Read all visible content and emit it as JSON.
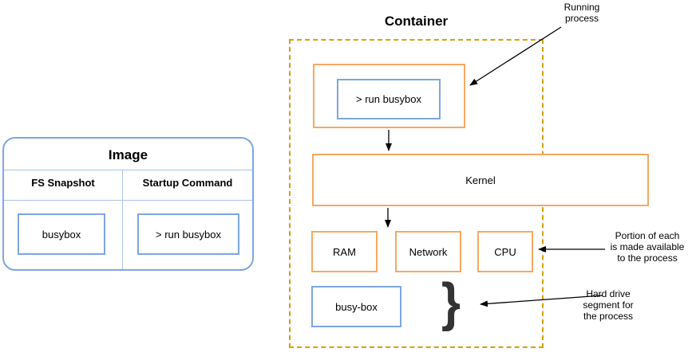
{
  "image_panel": {
    "title": "Image",
    "columns": [
      {
        "header": "FS Snapshot",
        "cell": "busybox"
      },
      {
        "header": "Startup Command",
        "cell": "> run busybox"
      }
    ]
  },
  "container_panel": {
    "title": "Container",
    "process_box_label": "> run busybox",
    "kernel_label": "Kernel",
    "resources": [
      "RAM",
      "Network",
      "CPU"
    ],
    "storage_label": "busy-box",
    "brace_glyph": "}"
  },
  "annotations": {
    "running_process": "Running\nprocess",
    "portion": "Portion of each\nis made available\nto the process",
    "hard_drive": "Hard drive\nsegment for\nthe process"
  },
  "colors": {
    "blue": "#7ea6e0",
    "blue-light": "#a9c3e8",
    "orange": "#f5a962",
    "gold": "#d5a100",
    "brace": "#333333",
    "arrow": "#000000"
  }
}
